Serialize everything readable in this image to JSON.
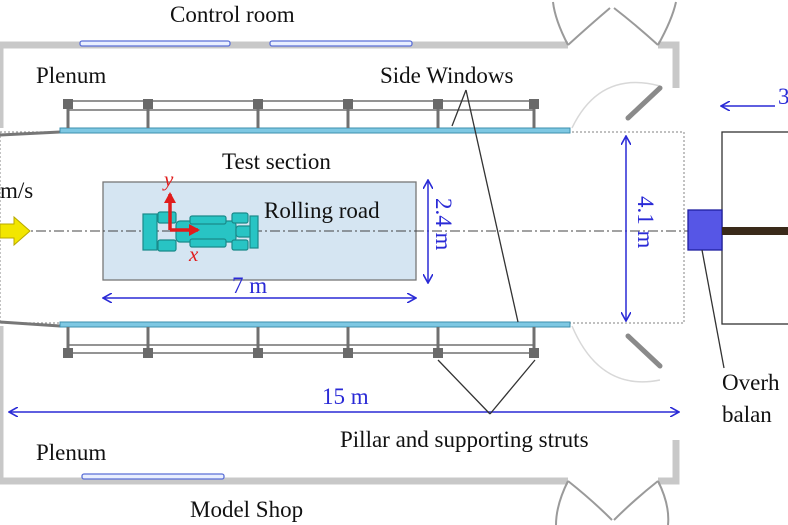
{
  "labels": {
    "control_room": "Control room",
    "plenum_top": "Plenum",
    "plenum_bottom": "Plenum",
    "side_windows": "Side Windows",
    "test_section": "Test section",
    "rolling_road": "Rolling road",
    "model_shop": "Model Shop",
    "pillar_struts": "Pillar and supporting struts",
    "overhead_balance_line1": "Overh",
    "overhead_balance_line2": "balan",
    "inlet_speed": "m/s",
    "right_arrow_value": "3"
  },
  "axes": {
    "y": "y",
    "x": "x"
  },
  "dimensions": {
    "rolling_road_length": "7 m",
    "rolling_road_width": "2.4 m",
    "test_section_width": "4.1 m",
    "plenum_length": "15 m"
  },
  "colors": {
    "wall": "#c8c8c8",
    "dimension": "#2a2ad6",
    "rolling_road_fill": "#d5e5f2",
    "window": "#7ec8e3",
    "car": "#28c4c4",
    "axis": "#e01c1c",
    "inlet_arrow": "#f2e600",
    "balance_block": "#5656e6",
    "strut": "#707070"
  }
}
